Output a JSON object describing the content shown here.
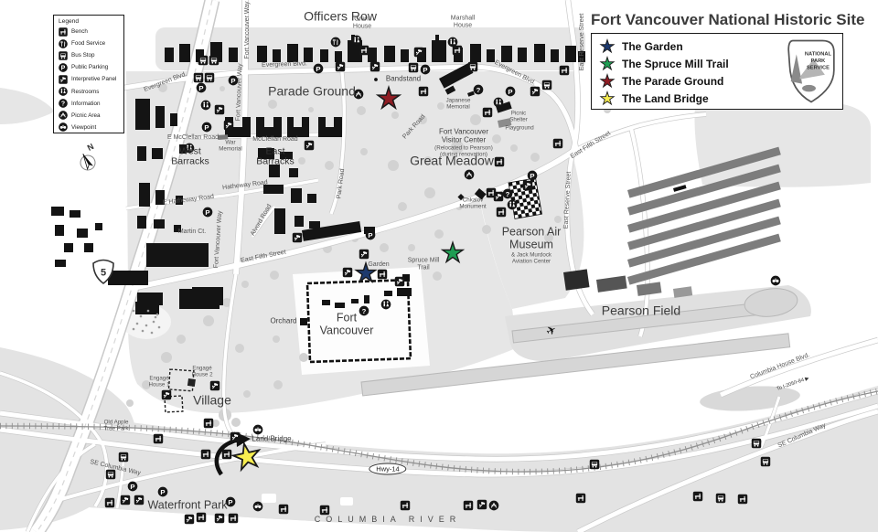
{
  "title": "Fort Vancouver National Historic Site",
  "legend": {
    "title": "Legend",
    "items": [
      {
        "label": "Bench",
        "icon": "bench-icon"
      },
      {
        "label": "Food Service",
        "icon": "food-service-icon"
      },
      {
        "label": "Bus Stop",
        "icon": "bus-stop-icon"
      },
      {
        "label": "Public Parking",
        "icon": "parking-icon"
      },
      {
        "label": "Interpretive Panel",
        "icon": "interpretive-panel-icon"
      },
      {
        "label": "Restrooms",
        "icon": "restrooms-icon"
      },
      {
        "label": "Information",
        "icon": "information-icon"
      },
      {
        "label": "Picnic Area",
        "icon": "picnic-area-icon"
      },
      {
        "label": "Viewpoint",
        "icon": "viewpoint-icon"
      }
    ]
  },
  "poi_legend": {
    "items": [
      {
        "label": "The Garden",
        "color": "#1d3a6e"
      },
      {
        "label": "The Spruce Mill Trail",
        "color": "#1f9e53"
      },
      {
        "label": "The Parade Ground",
        "color": "#8f1d24"
      },
      {
        "label": "The Land Bridge",
        "color": "#f8ee50"
      }
    ]
  },
  "nps": {
    "line1": "NATIONAL",
    "line2": "PARK",
    "line3": "SERVICE"
  },
  "glyphs": {
    "parking": "P",
    "information": "?",
    "airplane": "✈",
    "arrow": "▶"
  },
  "map": {
    "officers_row": "Officers Row",
    "grant_house": "Grant\nHouse",
    "marshall_house": "Marshall\nHouse",
    "fort_vancouver_way": "Fort Vancouver Way",
    "east_reserve_street": "East Reserve Street",
    "evergreen_blvd": "Evergreen Blvd.",
    "bandstand": "Bandstand",
    "parade_ground": "Parade Ground",
    "park_road": "Park Road",
    "e_mcclellan_road": "E McClellan Road",
    "mcclellan_road": "McClellan Road",
    "west_barracks": "West\nBarracks",
    "east_barracks": "East\nBarracks",
    "war_memorial": "War\nMemorial",
    "hatheway_road": "Hatheway Road",
    "e_hatheway_road": "E Hatheway Road",
    "martin_ct": "Martin Ct.",
    "alvord_road": "Alvord Road",
    "visitor_center": "Fort Vancouver\nVisitor Center",
    "visitor_center_note": "(Relocated to Pearson)\n(during renovation)",
    "japanese_memorial": "Japanese\nMemorial",
    "picnic_shelter": "Picnic\nShelter",
    "playground": "Playground",
    "great_meadow": "Great Meadow",
    "east_fifth_street": "East Fifth Street",
    "chkalov_monument": "Chkalov\nMonument",
    "pearson_air_museum": "Pearson Air\nMuseum",
    "pearson_air_museum_sub": "& Jack Murdock\nAviation Center",
    "spruce_mill_trail": "Spruce Mill\nTrail",
    "garden": "Garden",
    "fort_vancouver": "Fort\nVancouver",
    "orchard": "Orchard",
    "pearson_field": "Pearson Field",
    "engage_house_1": "Engagé\nHouse 1",
    "engage_house_2": "Engagé\nHouse 2",
    "village": "Village",
    "old_apple_tree_park": "Old Apple\nTree Park",
    "land_bridge": "Land Bridge",
    "se_columbia_way": "SE Columbia Way",
    "waterfront_park": "Waterfront Park",
    "columbia_river": "COLUMBIA RIVER",
    "columbia_house_blvd": "Columbia House Blvd.",
    "to_i205": "To I-205/I-84",
    "compass_n": "N",
    "hwy14": "Hwy-14",
    "i5": "5"
  }
}
